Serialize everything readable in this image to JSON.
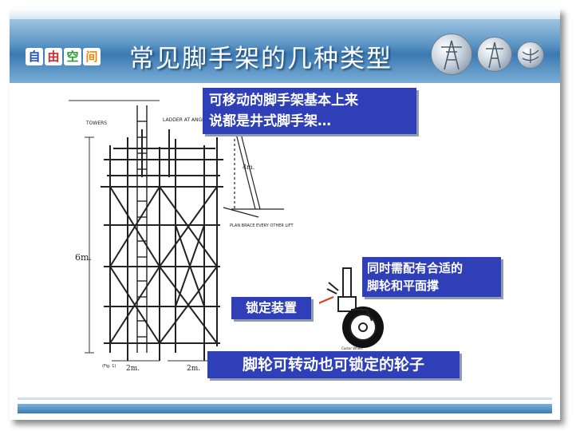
{
  "header": {
    "logo_chars": [
      "自",
      "由",
      "空",
      "间"
    ],
    "title": "常见脚手架的几种类型"
  },
  "drawing": {
    "label_towers": "TOWERS",
    "label_ladder": "LADDER AT ANGLE",
    "label_4m": "4m.",
    "label_6m": "6m.",
    "label_2m_a": "2m.",
    "label_2m_b": "2m.",
    "label_plan_brace": "PLAN BRACE EVERY OTHER LIFT",
    "label_fig": "(Fig. 1)",
    "label_castor": "Castor Wheel"
  },
  "callouts": {
    "mobile": [
      "可移动的脚手架基本上来",
      "说都是井式脚手架…"
    ],
    "wheels": [
      "同时需配有合适的",
      "脚轮和平面撑"
    ],
    "lock": "锁定装置",
    "caption": "脚轮可转动也可锁定的轮子"
  },
  "colors": {
    "callout_bg": "#2f3fb8",
    "header_blue": "#3c79b2"
  }
}
